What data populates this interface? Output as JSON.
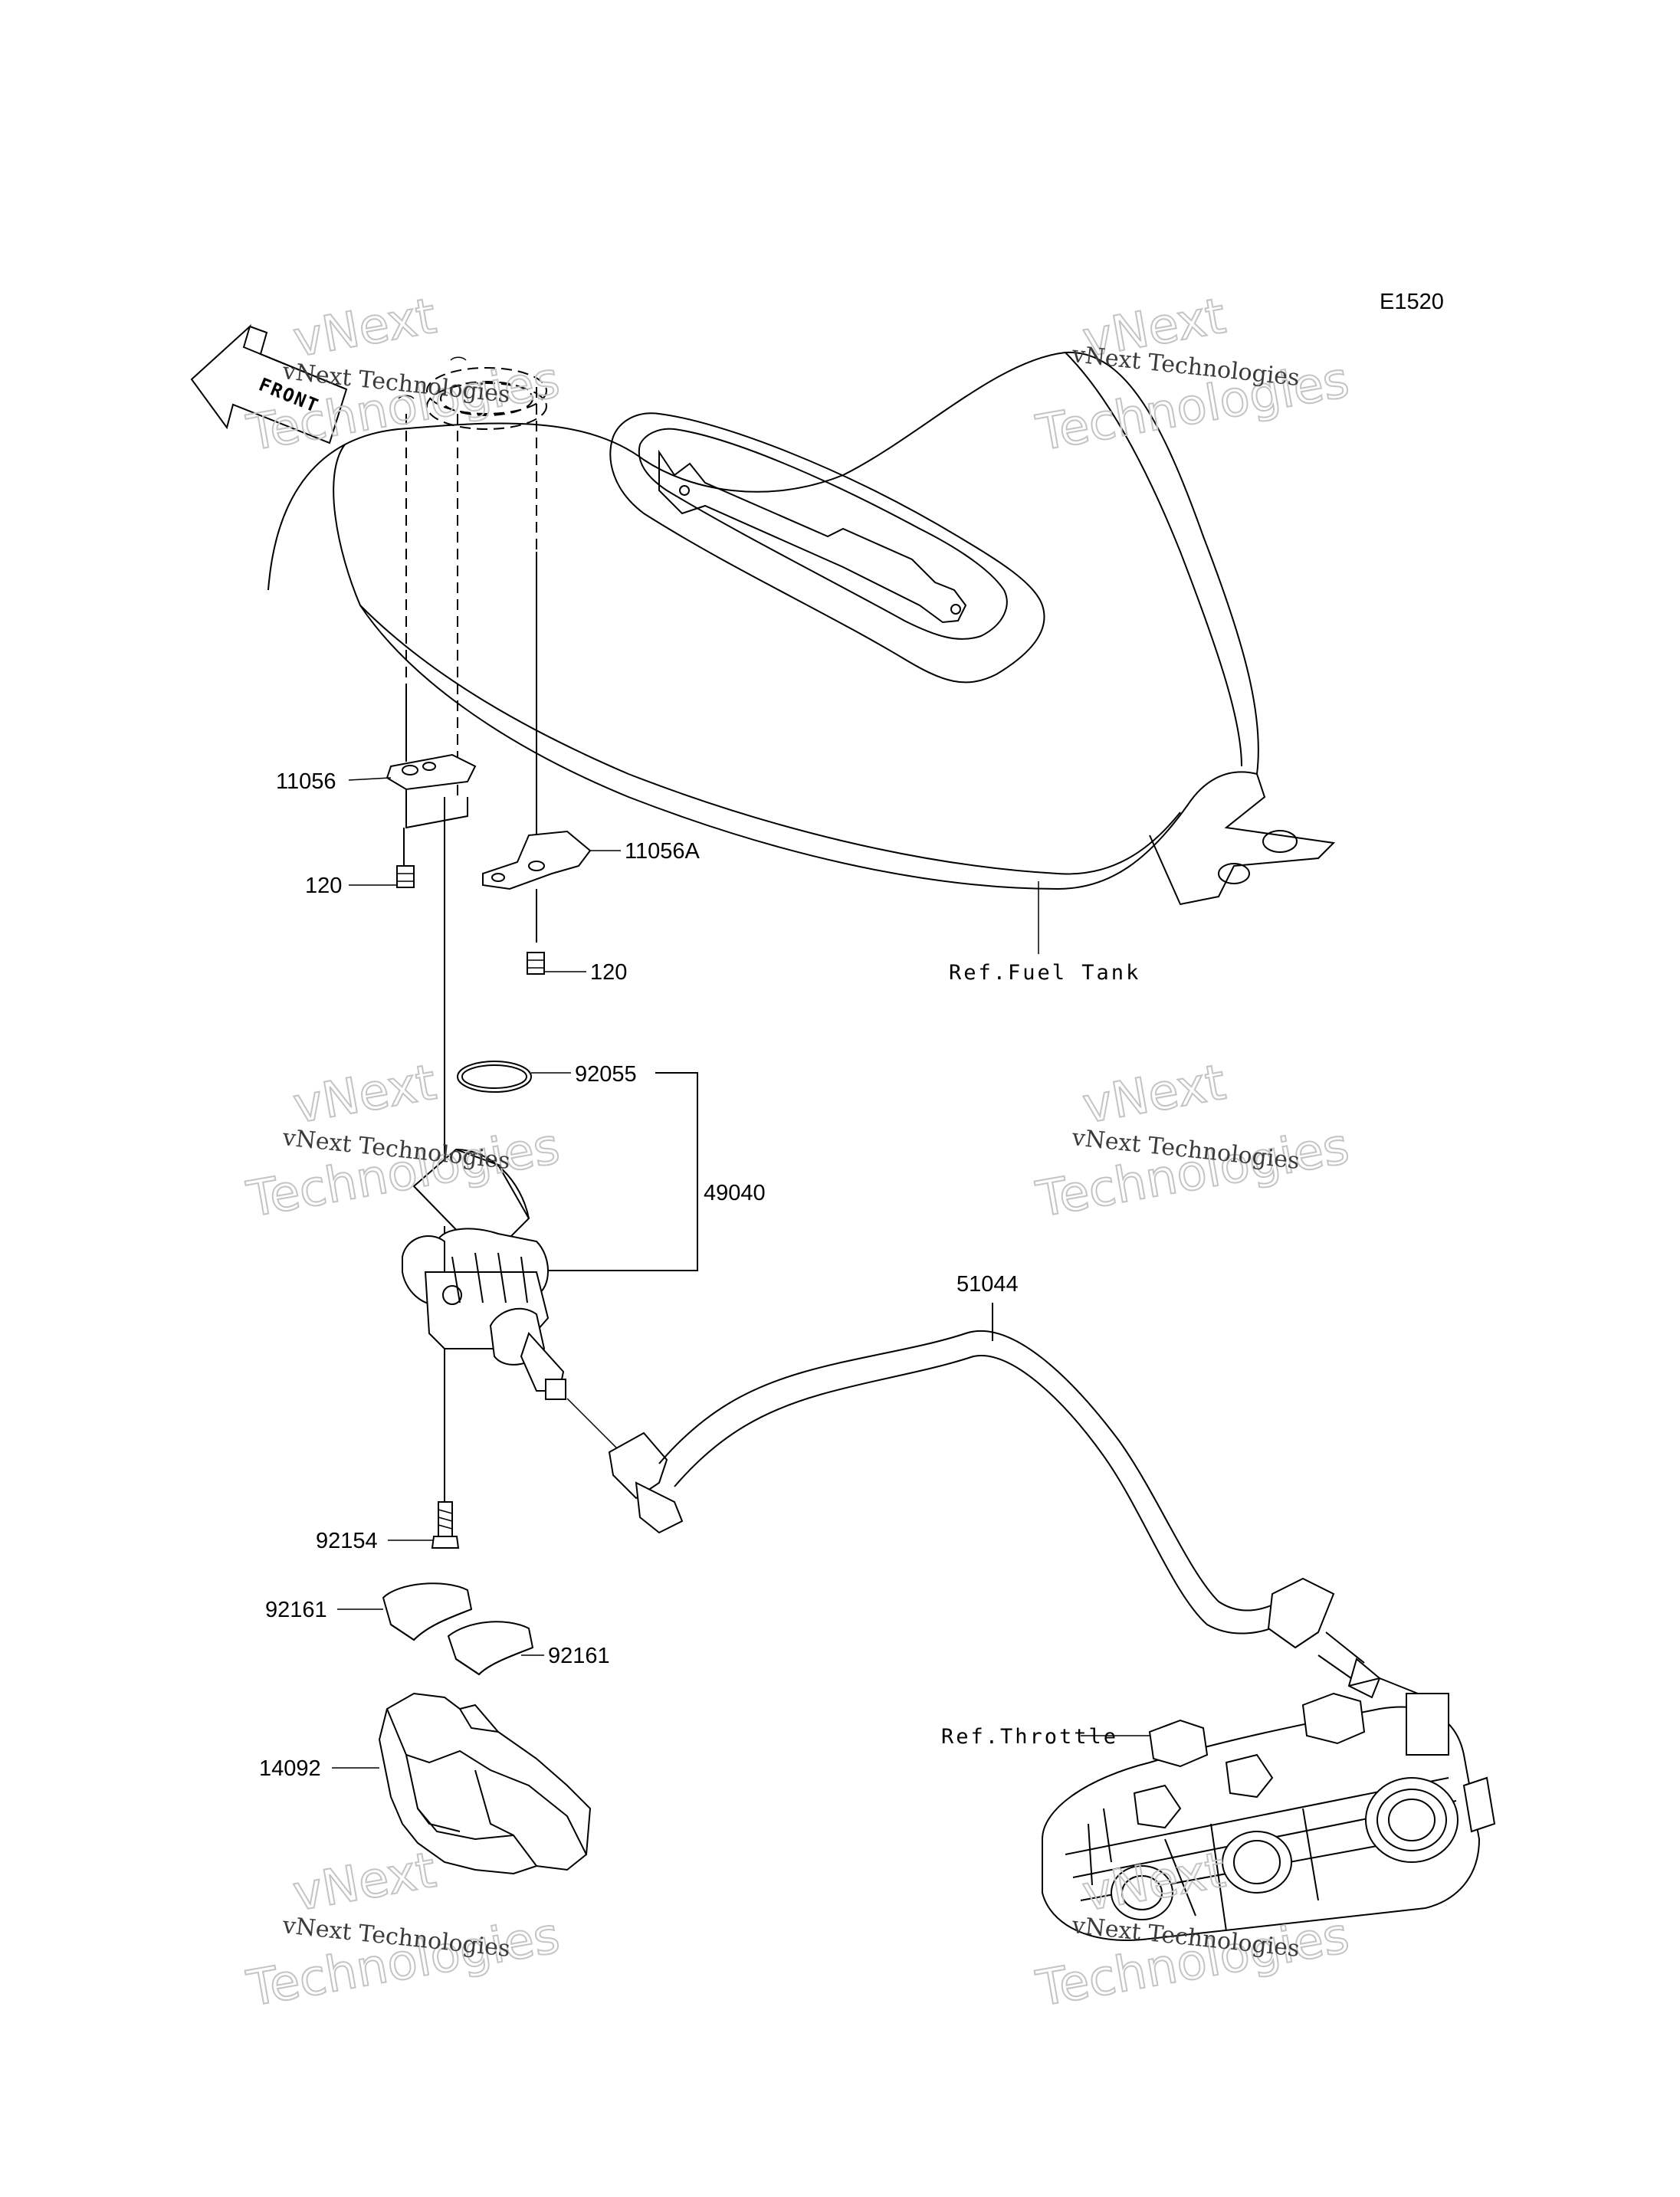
{
  "diagram_code": "E1520",
  "front_marker": "FRONT",
  "watermark": {
    "line1": "vNext Technologies",
    "big_top": "vNext",
    "big_bottom": "Technologies"
  },
  "references": {
    "fuel_tank": "Ref.Fuel Tank",
    "throttle": "Ref.Throttle"
  },
  "parts": {
    "p11056": "11056",
    "p11056a": "11056A",
    "p120_left": "120",
    "p120_right": "120",
    "p92055": "92055",
    "p49040": "49040",
    "p51044": "51044",
    "p92154": "92154",
    "p92161_left": "92161",
    "p92161_right": "92161",
    "p14092": "14092"
  }
}
